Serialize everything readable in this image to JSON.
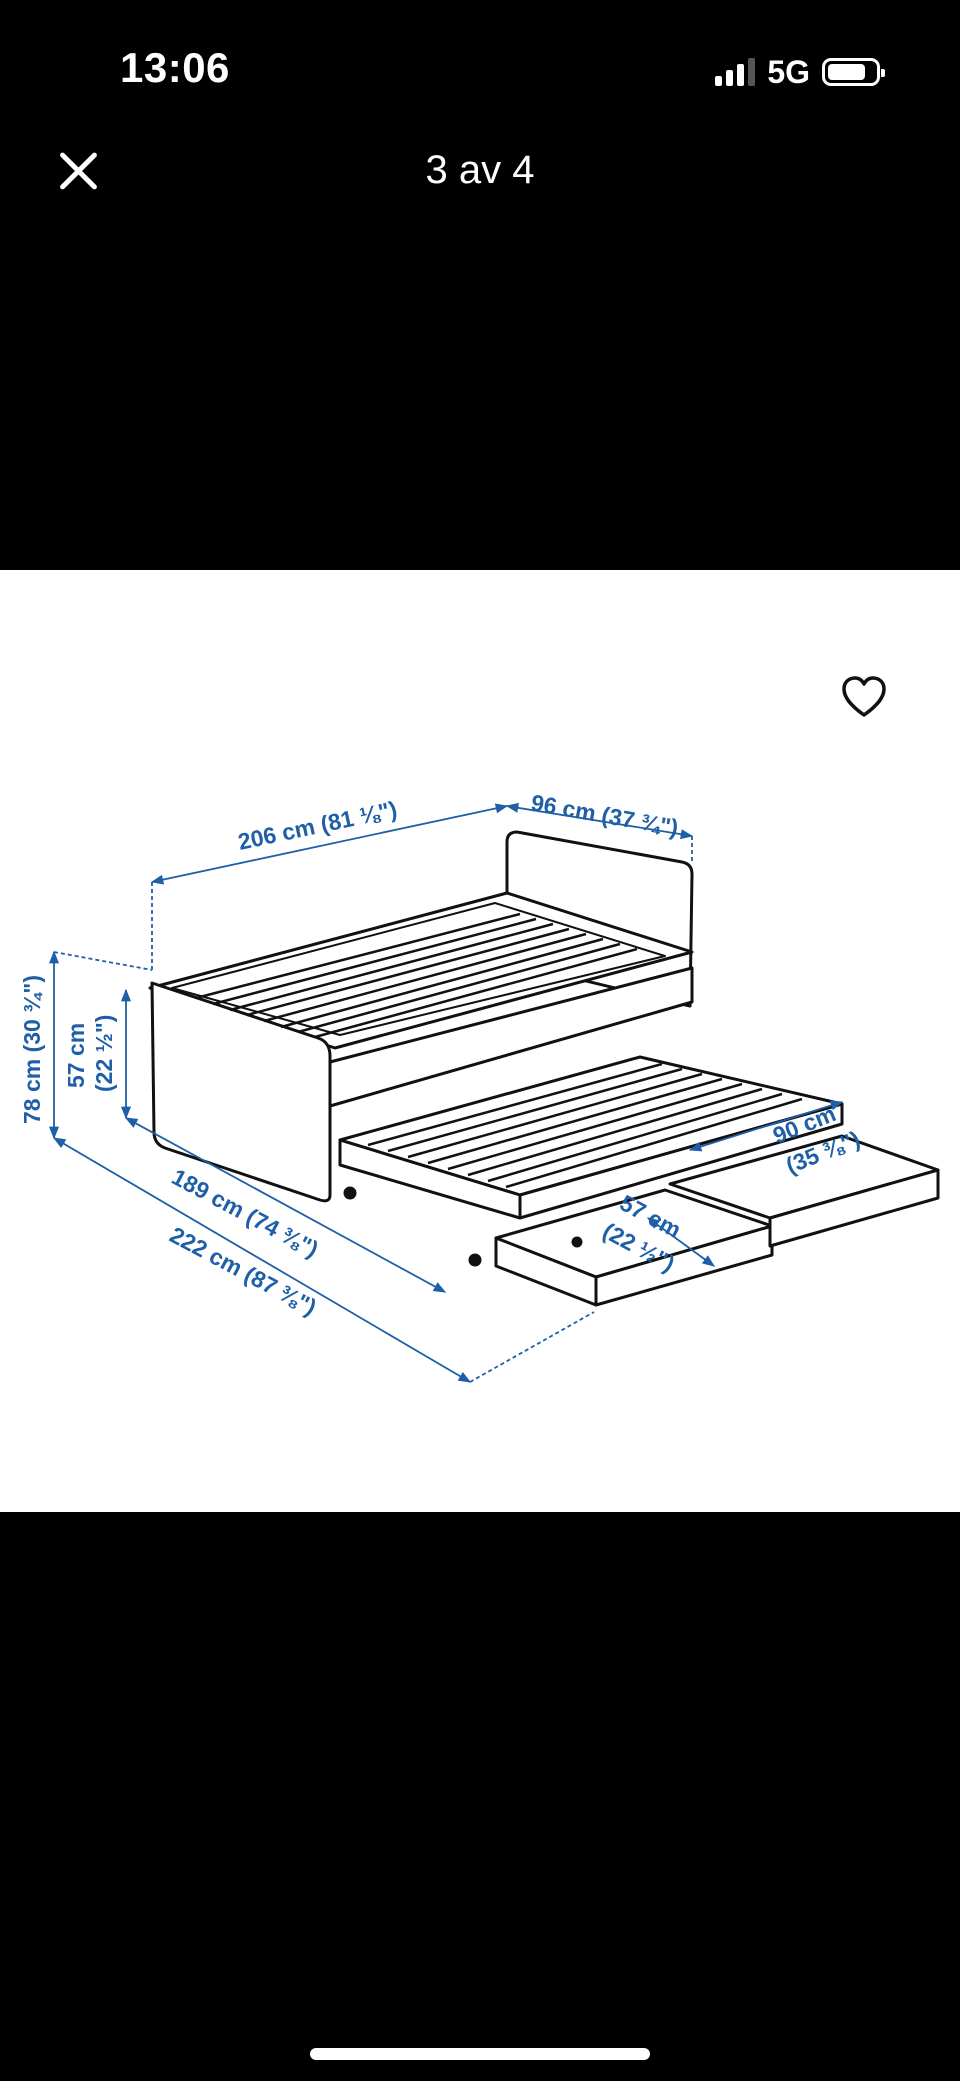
{
  "status_bar": {
    "time": "13:06",
    "network": "5G",
    "signal_bars_active": 3,
    "signal_bars_total": 4,
    "battery_level": 0.8
  },
  "viewer": {
    "counter": "3 av 4",
    "close_icon": "close-icon",
    "favorite_icon": "heart-outline-icon"
  },
  "diagram": {
    "labels": {
      "length_206": "206 cm (81 ⅛\")",
      "width_96": "96 cm (37 ¾\")",
      "height_78": "78 cm (30 ¾\")",
      "height_57": "57 cm",
      "height_57_in": "(22 ½\")",
      "length_189": "189 cm (74 ⅜\")",
      "length_222": "222 cm (87 ⅜\")",
      "drawer_57": "57 cm",
      "drawer_57_in": "(22 ½\")",
      "drawer_90": "90 cm",
      "drawer_90_in": "(35 ⅜\")"
    },
    "accent_color": "#1f5fa8",
    "line_color": "#111111"
  }
}
